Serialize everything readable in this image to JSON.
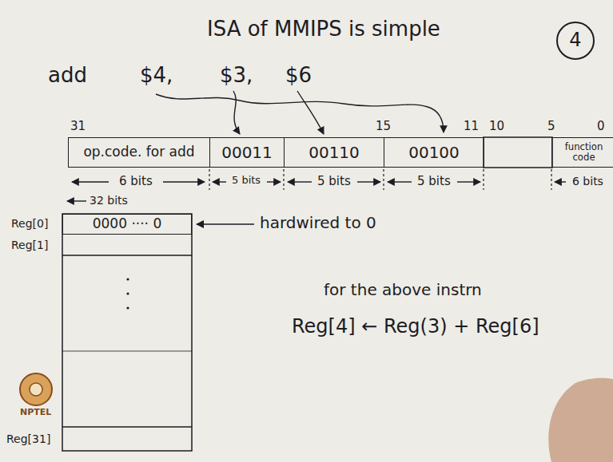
{
  "diagram": {
    "title": "ISA of MMIPS is simple",
    "nodes": [
      {
        "text": [
          "4"
        ]
      },
      {
        "text": [
          "op.code. for add"
        ]
      },
      {
        "text": [
          "00011"
        ]
      },
      {
        "text": [
          "00110"
        ]
      },
      {
        "text": [
          "00100"
        ]
      },
      {
        "text": [
          "function code"
        ]
      },
      {
        "text": [
          "0000 ···· 0"
        ]
      }
    ],
    "labels": [
      "add",
      "$4,",
      "$3,",
      "$6",
      "31",
      "15",
      "11",
      "10",
      "5",
      "0",
      "6 bits",
      "5 bits",
      "5 bits",
      "5 bits",
      "6 bits",
      "32 bits",
      "Reg[0]",
      "Reg[1]",
      "Reg[31]",
      "hardwired to 0",
      "for the above instrn",
      "Reg[4] ← Reg(3) + Reg[6]",
      "NPTEL"
    ]
  }
}
